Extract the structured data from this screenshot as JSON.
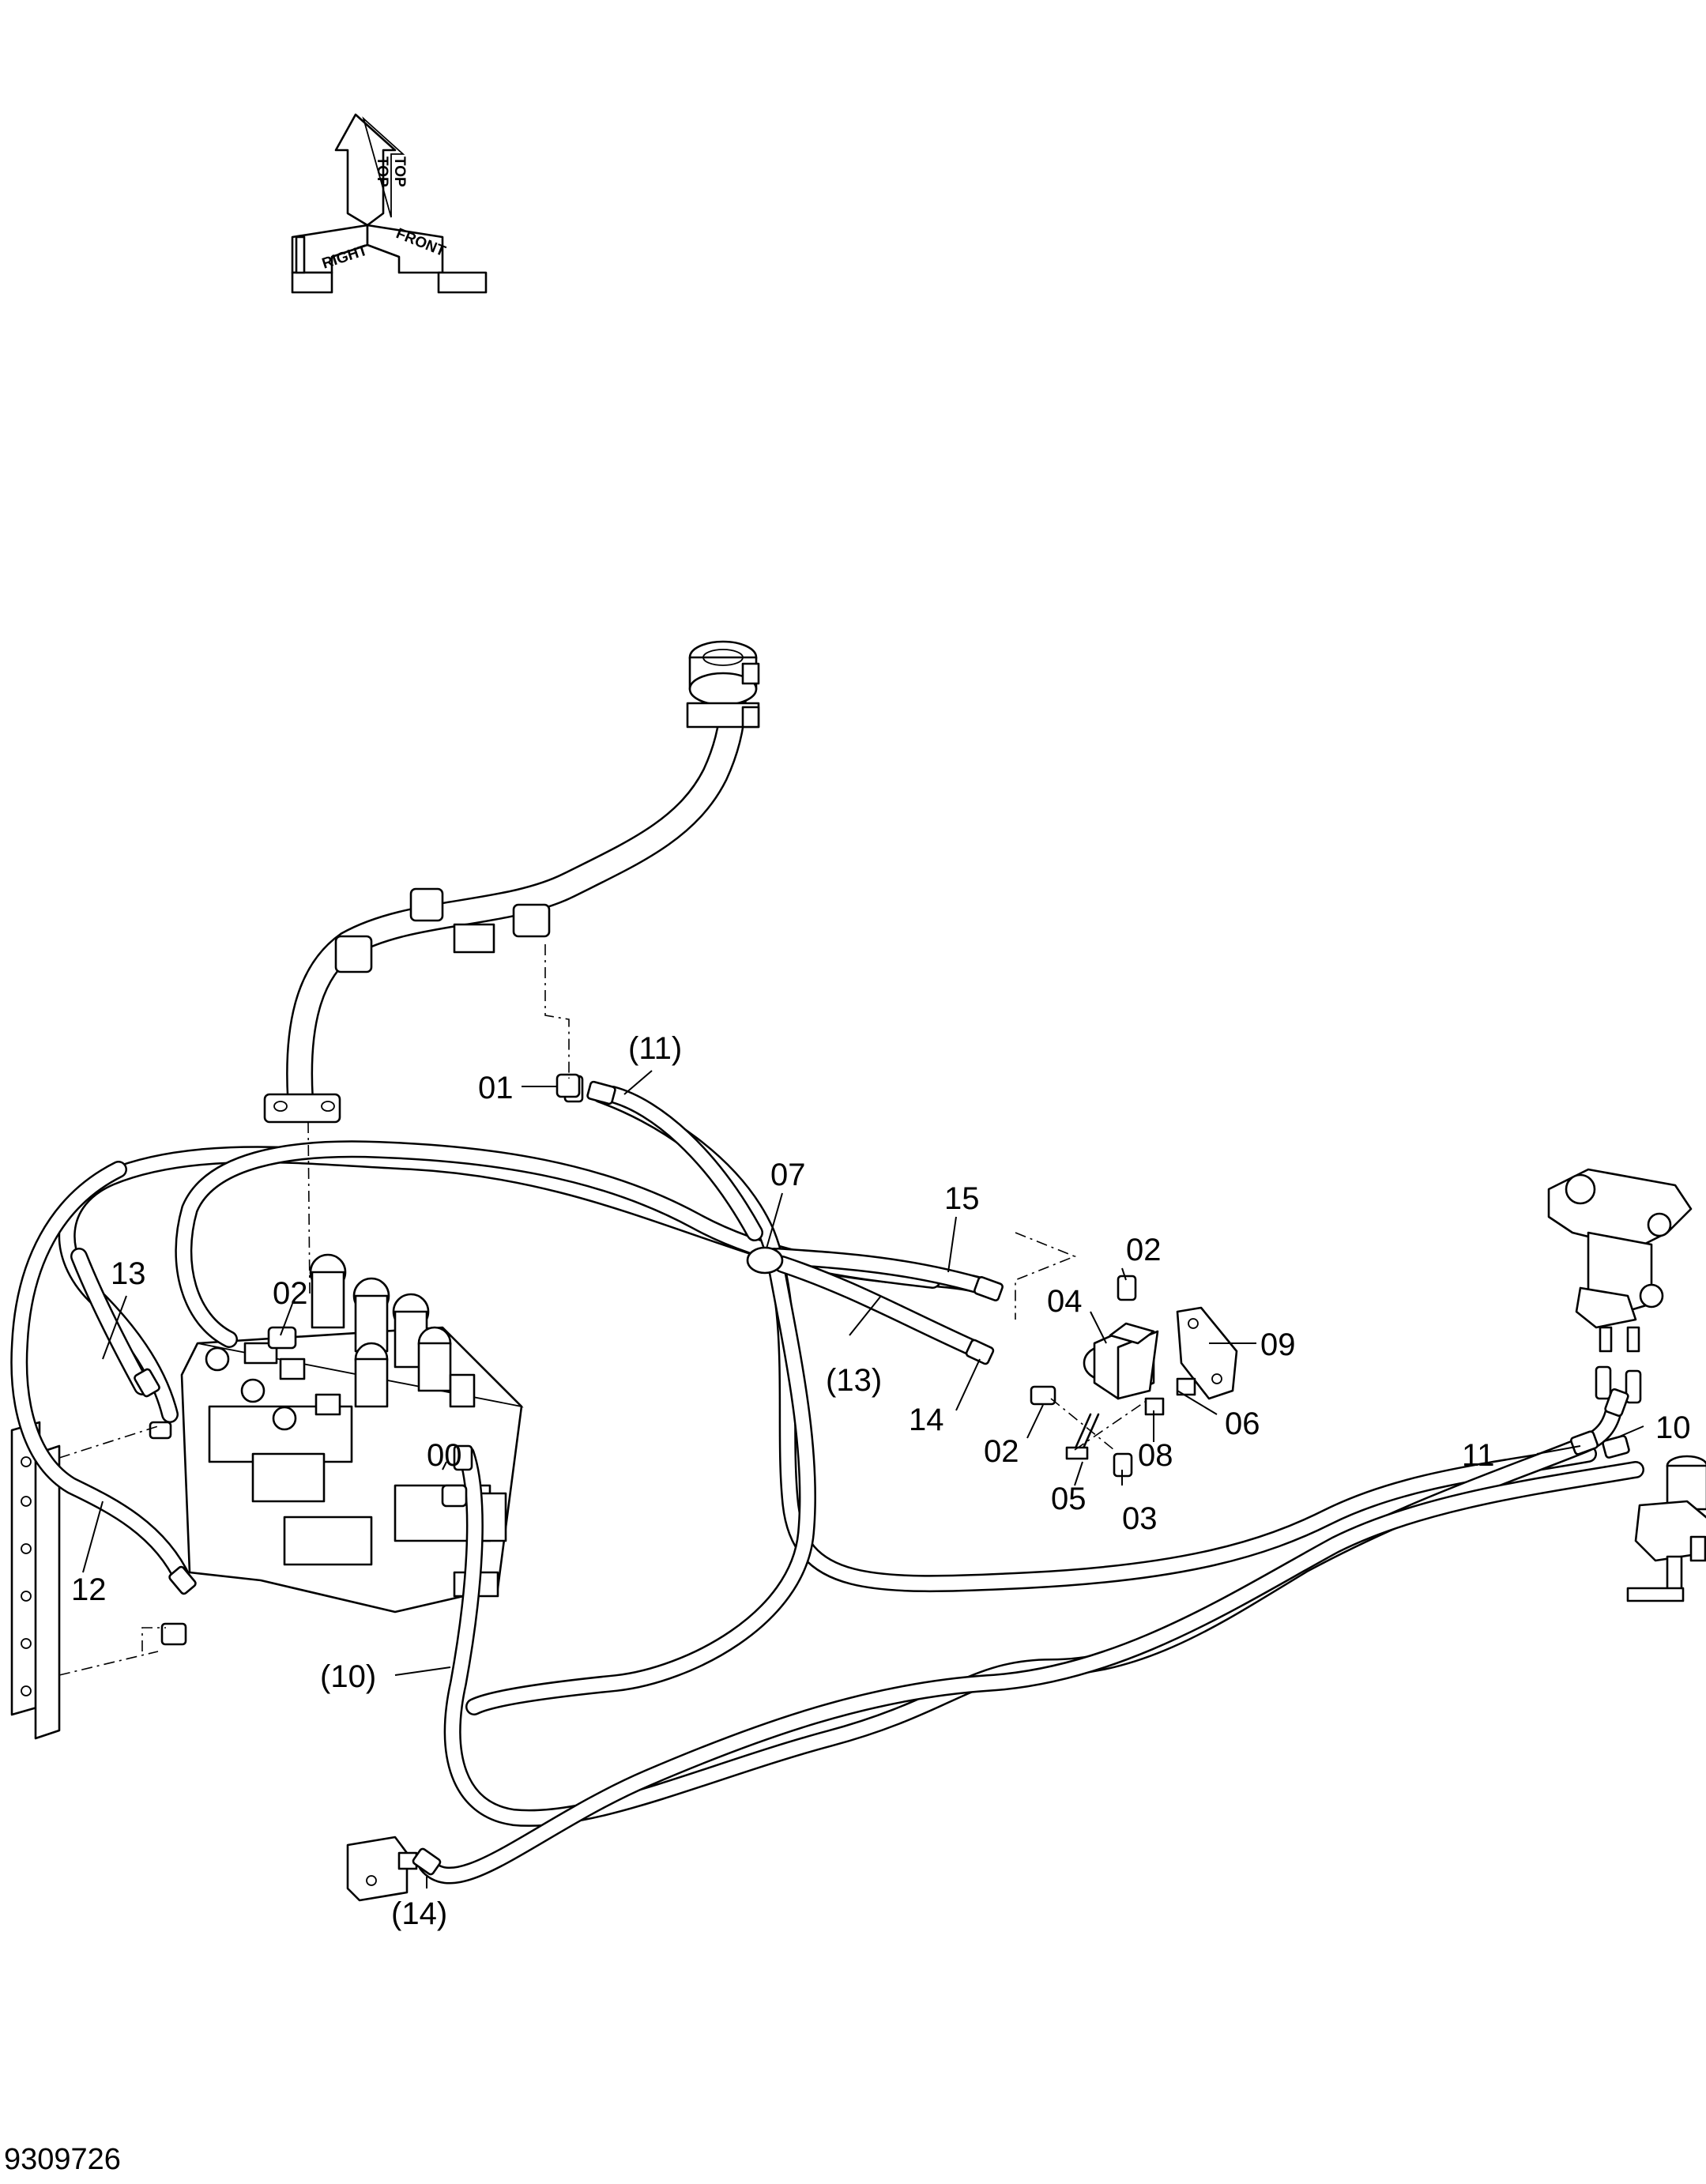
{
  "orientation": {
    "top": "TOP",
    "right": "RIGHT",
    "front": "FRONT"
  },
  "callouts": {
    "c00": "00",
    "c01": "01",
    "c02a": "02",
    "c02b": "02",
    "c02c": "02",
    "c03": "03",
    "c04": "04",
    "c05": "05",
    "c06": "06",
    "c07": "07",
    "c08": "08",
    "c09": "09",
    "c10": "10",
    "c10p": "(10)",
    "c11": "11",
    "c11p": "(11)",
    "c12": "12",
    "c13": "13",
    "c13p": "(13)",
    "c14": "14",
    "c14p": "(14)",
    "c15": "15"
  },
  "drawing_number": "9309726"
}
